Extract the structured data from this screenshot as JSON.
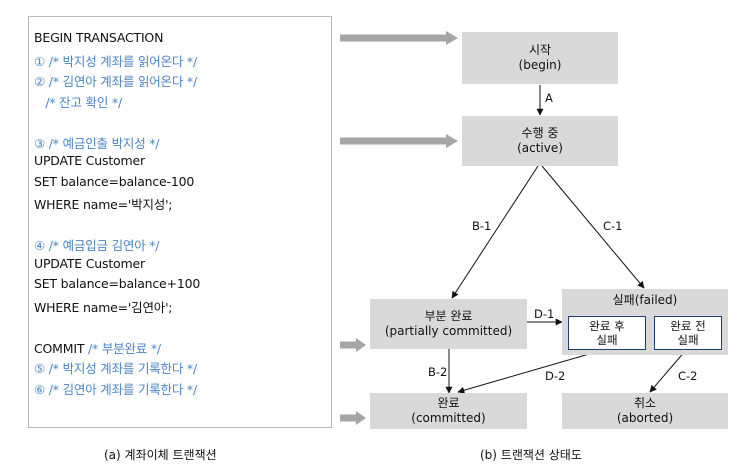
{
  "code_lines": [
    {
      "text": "BEGIN TRANSACTION",
      "color": "black"
    },
    {
      "text": "① /* 박지성 계좌를 읽어온다 */",
      "color": "blue"
    },
    {
      "text": "② /* 김연아 계좌를 읽어온다 */",
      "color": "blue"
    },
    {
      "text": "   /* 잔고 확인 */",
      "color": "blue"
    },
    {
      "text": "",
      "color": "black"
    },
    {
      "text": "③ /* 예금인출 박지성 */",
      "color": "blue"
    },
    {
      "text": "UPDATE Customer",
      "color": "black"
    },
    {
      "text": "SET balance=balance-100",
      "color": "black"
    },
    {
      "text": "WHERE name='박지성';",
      "color": "black"
    },
    {
      "text": "",
      "color": "black"
    },
    {
      "text": "④ /* 예금입금 김연아 */",
      "color": "blue"
    },
    {
      "text": "UPDATE Customer",
      "color": "black"
    },
    {
      "text": "SET balance=balance+100",
      "color": "black"
    },
    {
      "text": "WHERE name='김연아';",
      "color": "black"
    },
    {
      "text": "",
      "color": "black"
    },
    {
      "text": "COMMIT",
      "color": "black",
      "suffix": " /* 부분완료 */"
    },
    {
      "text": "⑤ /* 박지성 계좌를 기록한다 */",
      "color": "blue"
    },
    {
      "text": "⑥ /* 김연아 계좌를 기록한다 */",
      "color": "blue"
    }
  ],
  "captions": {
    "left": "(a) 계좌이체 트랜잭션",
    "right": "(b) 트랜잭션 상태도"
  },
  "states": {
    "begin": {
      "name": "시작",
      "sub": "(begin)"
    },
    "active": {
      "name": "수행 중",
      "sub": "(active)"
    },
    "partial": {
      "name": "부분 완료",
      "sub": "(partially committed)"
    },
    "failed": {
      "name": "실패(failed)"
    },
    "failed_after": {
      "name": "완료 후",
      "sub": "실패"
    },
    "failed_before": {
      "name": "완료 전",
      "sub": "실패"
    },
    "committed": {
      "name": "완료",
      "sub": "(committed)"
    },
    "aborted": {
      "name": "취소",
      "sub": "(aborted)"
    }
  },
  "edge_labels": {
    "A": "A",
    "B1": "B-1",
    "C1": "C-1",
    "D1": "D-1",
    "B2": "B-2",
    "D2": "D-2",
    "C2": "C-2"
  },
  "colors": {
    "code_comment": "#4a86c8",
    "state_fill": "#d9d9d9",
    "pointer_arrow": "#a6a6a6",
    "inner_border": "#1f3f6e"
  }
}
